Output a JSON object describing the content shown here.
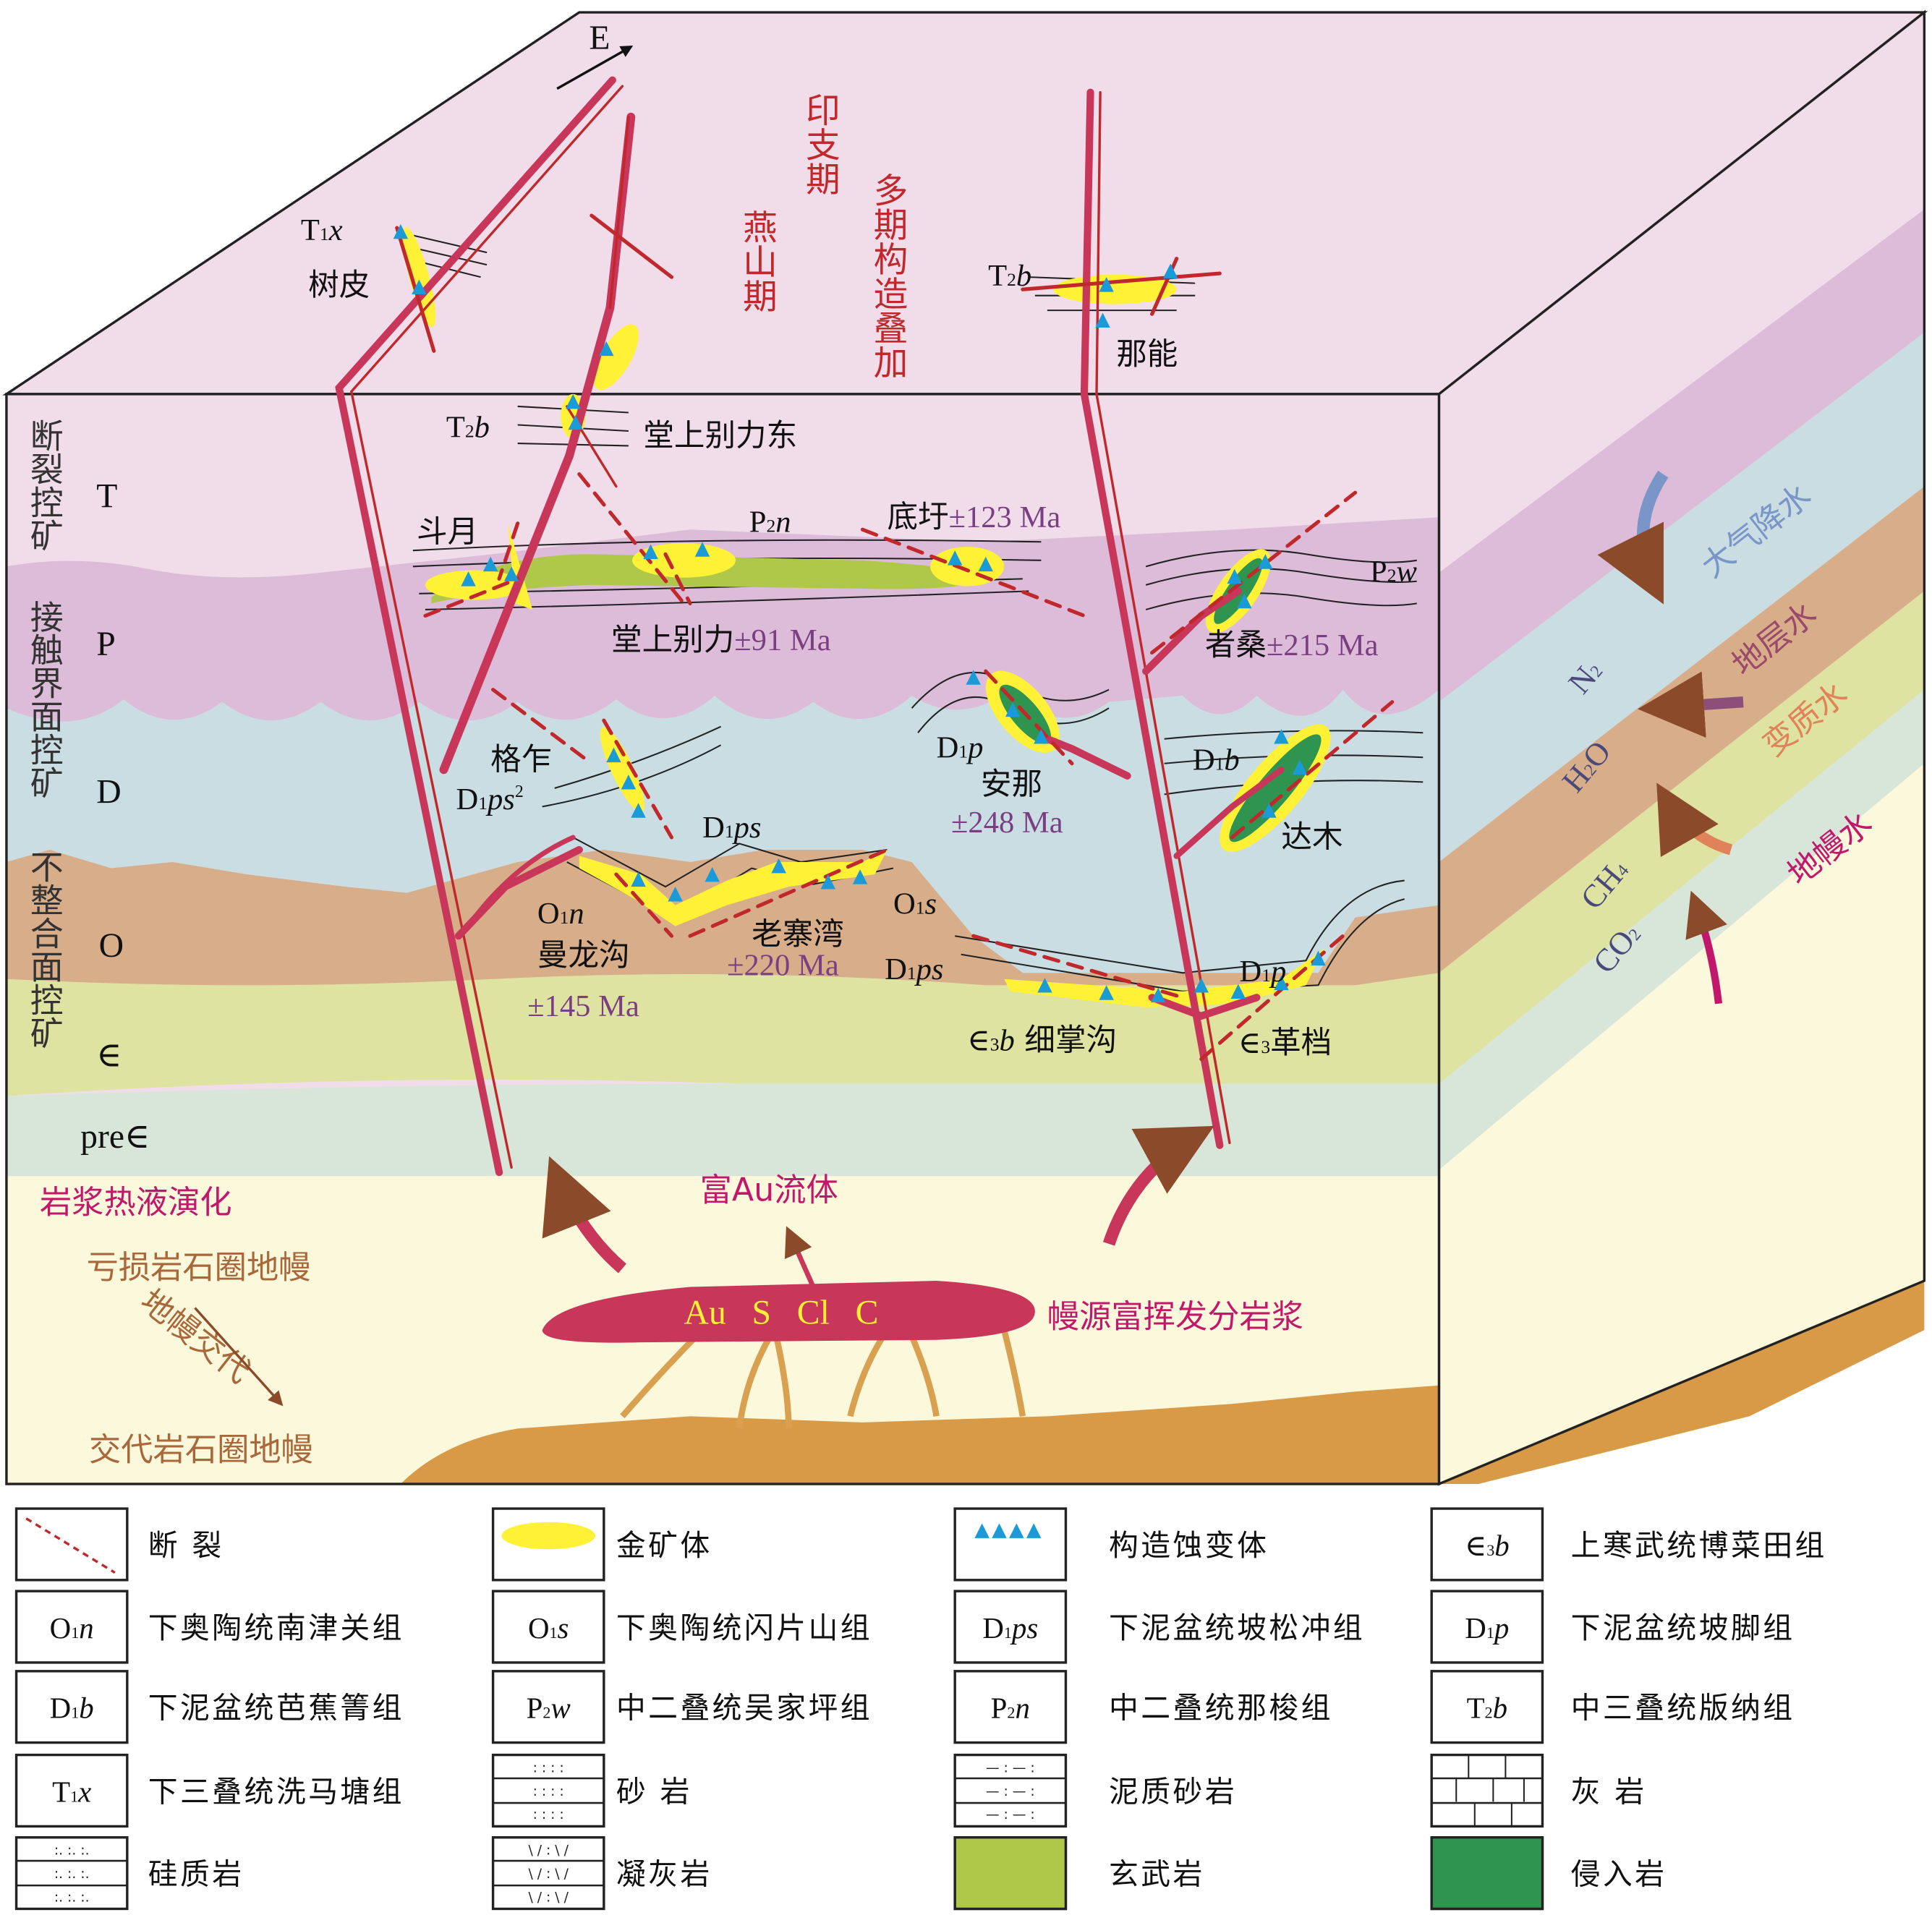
{
  "compass": {
    "label": "E"
  },
  "periods": {
    "indosinian": "印支期",
    "yanshanian": "燕山期",
    "superposition": "多期构造叠加"
  },
  "controls": [
    {
      "label": "断裂控矿"
    },
    {
      "label": "接触界面控矿"
    },
    {
      "label": "不整合面控矿"
    }
  ],
  "strata": {
    "T": "T",
    "P": "P",
    "D": "D",
    "O": "O",
    "Cm": "∈",
    "preCm": "pre∈"
  },
  "deposits": {
    "shupi": {
      "name": "树皮",
      "unit": {
        "main": "T",
        "sub": "1",
        "it": "x"
      }
    },
    "tangshang_east": {
      "name": "堂上别力东",
      "unit": {
        "main": "T",
        "sub": "2",
        "it": "b"
      }
    },
    "naneng": {
      "name": "那能",
      "unit": {
        "main": "T",
        "sub": "2",
        "it": "b"
      }
    },
    "douyue": {
      "name": "斗月"
    },
    "p2n": {
      "main": "P",
      "sub": "2",
      "it": "n"
    },
    "dixu": {
      "name": "底圩",
      "age": "±123 Ma"
    },
    "tangshang": {
      "name": "堂上别力",
      "age": "±91 Ma"
    },
    "p2w": {
      "main": "P",
      "sub": "2",
      "it": "w"
    },
    "zhesang": {
      "name": "者桑",
      "age": "±215 Ma"
    },
    "gezha": {
      "name": "格乍",
      "unit": {
        "main": "D",
        "sub": "1",
        "it": "ps",
        "sup": "2"
      }
    },
    "anna": {
      "name": "安那",
      "age": "±248 Ma",
      "unit": {
        "main": "D",
        "sub": "1",
        "it": "p"
      }
    },
    "damu": {
      "name": "达木",
      "unit": {
        "main": "D",
        "sub": "1",
        "it": "b"
      }
    },
    "d1ps_upper": {
      "main": "D",
      "sub": "1",
      "it": "ps"
    },
    "manlonggou": {
      "name": "曼龙沟",
      "age": "±145 Ma",
      "unit": {
        "main": "O",
        "sub": "1",
        "it": "n"
      }
    },
    "laozhaiwan": {
      "name": "老寨湾",
      "age": "±220 Ma"
    },
    "o1s": {
      "main": "O",
      "sub": "1",
      "it": "s"
    },
    "d1ps_lower": {
      "main": "D",
      "sub": "1",
      "it": "ps"
    },
    "d1p_lower": {
      "main": "D",
      "sub": "1",
      "it": "p"
    },
    "xizhanggou": {
      "name": "细掌沟",
      "unit": {
        "main": "∈",
        "sub": "3",
        "it": "b"
      }
    },
    "gedang": {
      "name": "革档",
      "unit": {
        "main": "∈",
        "sub": "3"
      }
    }
  },
  "fluids": {
    "meteoric": "大气降水",
    "formation": "地层水",
    "metamorphic": "变质水",
    "mantle": "地幔水",
    "gases": [
      {
        "main": "N",
        "sub": "2"
      },
      {
        "main": "H",
        "sub": "2",
        "tail": "O"
      },
      {
        "main": "CH",
        "sub": "4"
      },
      {
        "main": "CO",
        "sub": "2"
      }
    ]
  },
  "deep": {
    "evolution": "岩浆热液演化",
    "depleted": "亏损岩石圈地幔",
    "metasomatism": "地幔交代",
    "metasomatized": "交代岩石圈地幔",
    "au_fluid": "富Au流体",
    "magma_elements": "Au   S   Cl   C",
    "magma_label": "幔源富挥发分岩浆"
  },
  "colors": {
    "T": "#f1dde9",
    "P": "#dcbcd8",
    "D": "#c9dde3",
    "O": "#d8ae8a",
    "Cm": "#dfe3a1",
    "preCm": "#d8e6d9",
    "mantle": "#fbf8dc",
    "base": "#d99a48",
    "fault": "#c8375a",
    "ore": "#fff135",
    "basalt": "#b0c84a",
    "intrusive": "#2f9450",
    "alteration": "#1a9ad6"
  },
  "legend": [
    {
      "sym": "fault",
      "label": "断 裂"
    },
    {
      "sym": "ore",
      "label": "金矿体"
    },
    {
      "sym": "alteration",
      "label": "构造蚀变体"
    },
    {
      "sym": "unit",
      "code": {
        "main": "∈",
        "sub": "3",
        "it": "b"
      },
      "label": "上寒武统博菜田组"
    },
    {
      "sym": "unit",
      "code": {
        "main": "O",
        "sub": "1",
        "it": "n"
      },
      "label": "下奥陶统南津关组"
    },
    {
      "sym": "unit",
      "code": {
        "main": "O",
        "sub": "1",
        "it": "s"
      },
      "label": "下奥陶统闪片山组"
    },
    {
      "sym": "unit",
      "code": {
        "main": "D",
        "sub": "1",
        "it": "ps"
      },
      "label": "下泥盆统坡松冲组"
    },
    {
      "sym": "unit",
      "code": {
        "main": "D",
        "sub": "1",
        "it": "p"
      },
      "label": "下泥盆统坡脚组"
    },
    {
      "sym": "unit",
      "code": {
        "main": "D",
        "sub": "1",
        "it": "b"
      },
      "label": "下泥盆统芭蕉箐组"
    },
    {
      "sym": "unit",
      "code": {
        "main": "P",
        "sub": "2",
        "it": "w"
      },
      "label": "中二叠统吴家坪组"
    },
    {
      "sym": "unit",
      "code": {
        "main": "P",
        "sub": "2",
        "it": "n"
      },
      "label": "中二叠统那梭组"
    },
    {
      "sym": "unit",
      "code": {
        "main": "T",
        "sub": "2",
        "it": "b"
      },
      "label": "中三叠统版纳组"
    },
    {
      "sym": "unit",
      "code": {
        "main": "T",
        "sub": "1",
        "it": "x"
      },
      "label": "下三叠统洗马塘组"
    },
    {
      "sym": "sandstone",
      "label": "砂 岩"
    },
    {
      "sym": "muddy-sandstone",
      "label": "泥质砂岩"
    },
    {
      "sym": "limestone",
      "label": "灰 岩"
    },
    {
      "sym": "siliceous",
      "label": "硅质岩"
    },
    {
      "sym": "tuff",
      "label": "凝灰岩"
    },
    {
      "sym": "basalt",
      "label": "玄武岩"
    },
    {
      "sym": "intrusive",
      "label": "侵入岩"
    }
  ]
}
